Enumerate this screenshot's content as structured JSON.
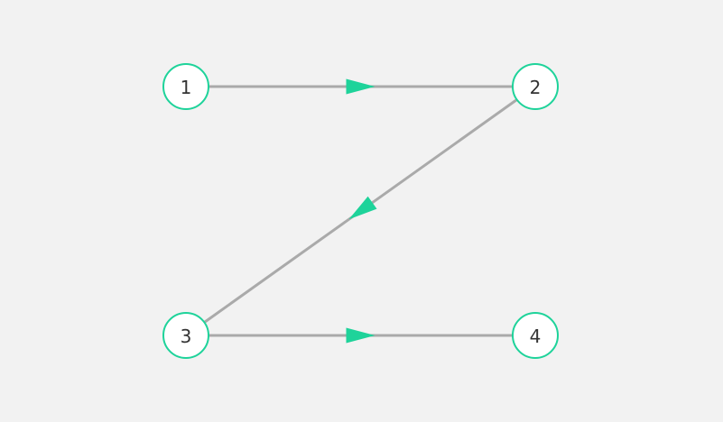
{
  "graph": {
    "accent_color": "#1ed39a",
    "edge_color": "#aaaaaa",
    "node_fill": "#ffffff",
    "label_color": "#333333",
    "nodes": [
      {
        "id": "1",
        "label": "1"
      },
      {
        "id": "2",
        "label": "2"
      },
      {
        "id": "3",
        "label": "3"
      },
      {
        "id": "4",
        "label": "4"
      }
    ],
    "edges": [
      {
        "from": "1",
        "to": "2",
        "directed": true
      },
      {
        "from": "2",
        "to": "3",
        "directed": true
      },
      {
        "from": "3",
        "to": "4",
        "directed": true
      }
    ]
  }
}
